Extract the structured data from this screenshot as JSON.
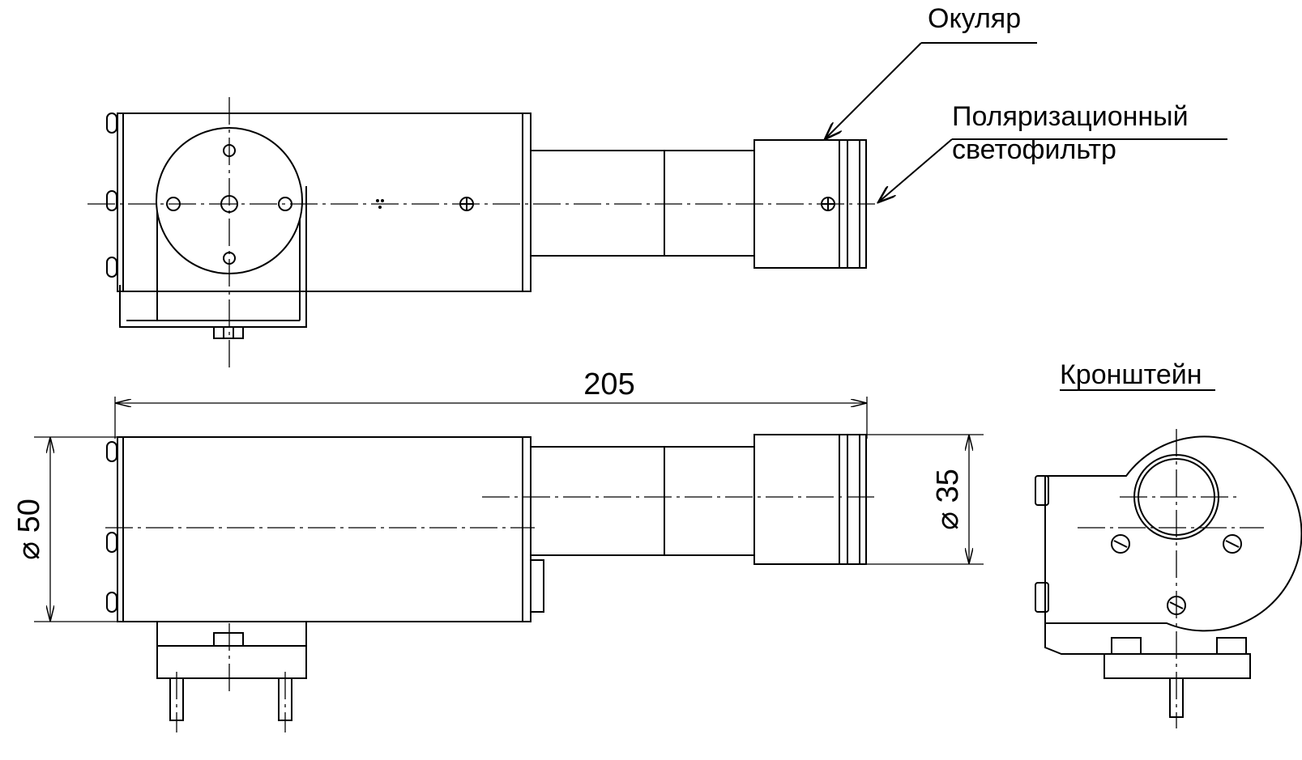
{
  "labels": {
    "eyepiece": "Окуляр",
    "polarizer_line1": "Поляризационный",
    "polarizer_line2": "светофильтр",
    "bracket": "Кронштейн"
  },
  "dimensions": {
    "length": "205",
    "body_diameter": "50",
    "eyepiece_diameter": "35",
    "diameter_symbol": "⌀"
  }
}
